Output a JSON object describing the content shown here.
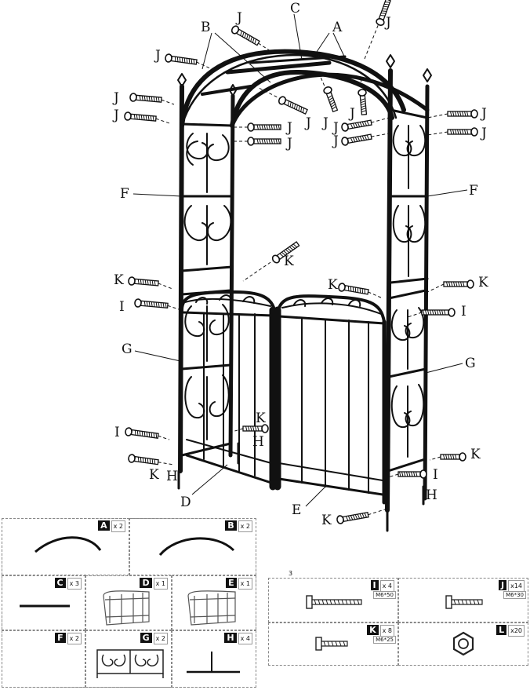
{
  "diagram": {
    "labels": {
      "A": "A",
      "B": "B",
      "C": "C",
      "D": "D",
      "E": "E",
      "F": "F",
      "G": "G",
      "H": "H",
      "I": "I",
      "J": "J",
      "K": "K"
    }
  },
  "parts_list": [
    {
      "id": "A",
      "qty": "x 2"
    },
    {
      "id": "B",
      "qty": "x 2"
    },
    {
      "id": "C",
      "qty": "x 3"
    },
    {
      "id": "D",
      "qty": "x 1"
    },
    {
      "id": "E",
      "qty": "x 1"
    },
    {
      "id": "F",
      "qty": "x 2"
    },
    {
      "id": "G",
      "qty": "x 2"
    },
    {
      "id": "H",
      "qty": "x 4"
    }
  ],
  "hardware_list": [
    {
      "id": "I",
      "qty": "x 4",
      "spec": "M6*50"
    },
    {
      "id": "J",
      "qty": "x14",
      "spec": "M6*30"
    },
    {
      "id": "K",
      "qty": "x 8",
      "spec": "M6*25"
    },
    {
      "id": "L",
      "qty": "x20",
      "spec": ""
    }
  ],
  "page_marker": "3"
}
